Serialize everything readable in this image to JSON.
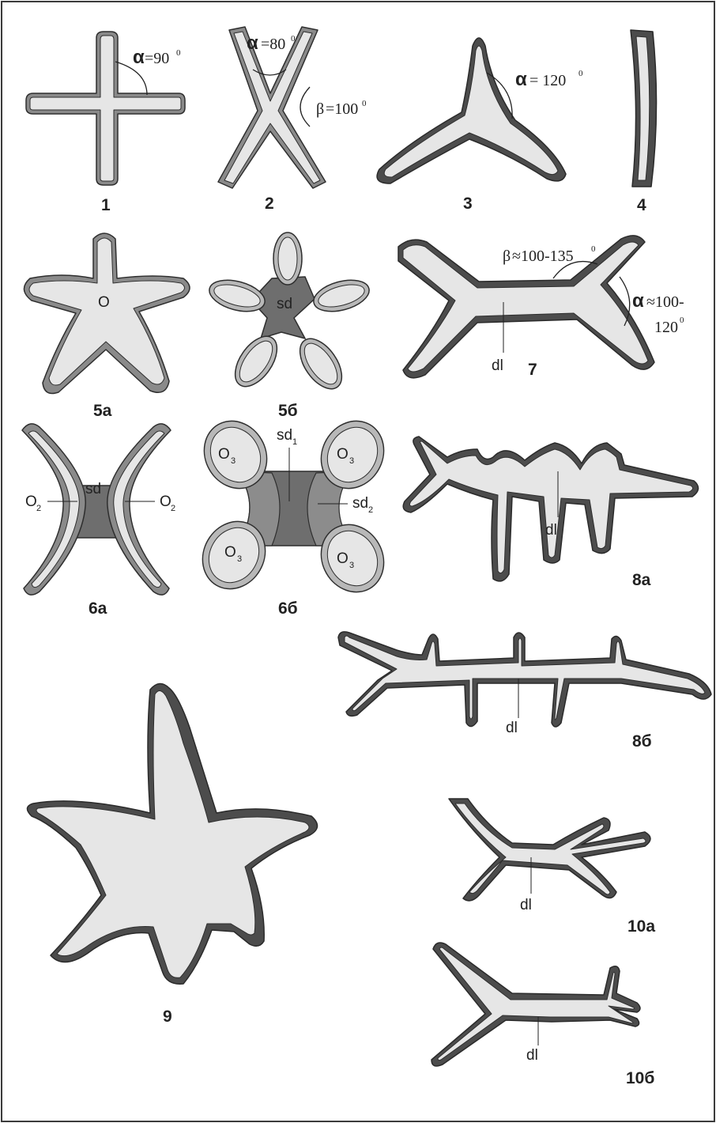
{
  "figures": [
    {
      "id": "1",
      "label": "1",
      "angle": {
        "symbol": "α",
        "value": "=90",
        "degree": "0"
      }
    },
    {
      "id": "2",
      "label": "2",
      "angles": [
        {
          "symbol": "α",
          "value": "=80",
          "degree": "0"
        },
        {
          "symbol": "β",
          "value": "=100",
          "degree": "0"
        }
      ]
    },
    {
      "id": "3",
      "label": "3",
      "angle": {
        "symbol": "α",
        "value": "= 120",
        "degree": "0"
      }
    },
    {
      "id": "4",
      "label": "4"
    },
    {
      "id": "5a",
      "label": "5a",
      "center": "O"
    },
    {
      "id": "5b",
      "label": "5б",
      "center": "sd"
    },
    {
      "id": "7",
      "label": "7",
      "beta": {
        "symbol": "β",
        "value": "≈100-135",
        "degree": "0"
      },
      "alpha": {
        "symbol": "α",
        "value": "≈100-",
        "value2": "120",
        "degree": "0"
      },
      "pointer": "dl"
    },
    {
      "id": "6a",
      "label": "6a",
      "center": "sd",
      "left": {
        "base": "O",
        "sub": "2"
      },
      "right": {
        "base": "O",
        "sub": "2"
      }
    },
    {
      "id": "6b",
      "label": "6б",
      "sd1": {
        "base": "sd",
        "sub": "1"
      },
      "sd2": {
        "base": "sd",
        "sub": "2"
      },
      "ovals": [
        {
          "base": "O",
          "sub": "3"
        },
        {
          "base": "O",
          "sub": "3"
        },
        {
          "base": "O",
          "sub": "3"
        },
        {
          "base": "O",
          "sub": "3"
        }
      ]
    },
    {
      "id": "8a",
      "label": "8a",
      "pointer": "dl"
    },
    {
      "id": "8b",
      "label": "8б",
      "pointer": "dl"
    },
    {
      "id": "9",
      "label": "9"
    },
    {
      "id": "10a",
      "label": "10a",
      "pointer": "dl"
    },
    {
      "id": "10b",
      "label": "10б",
      "pointer": "dl"
    }
  ]
}
